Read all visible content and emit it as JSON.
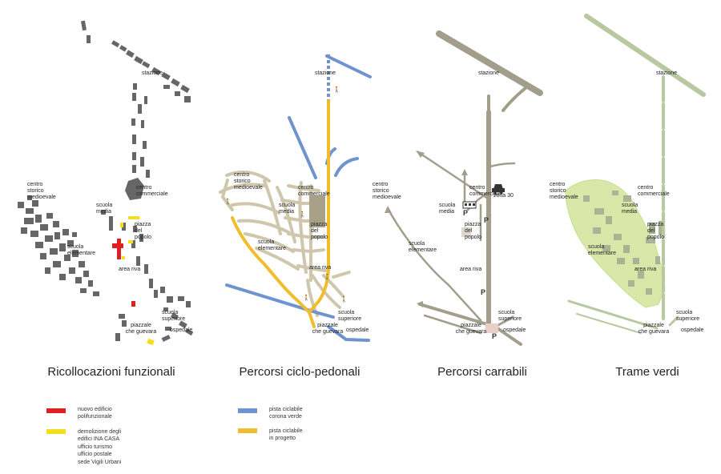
{
  "panels": [
    {
      "title": "Ricollocazioni funzionali",
      "labels": {
        "stazione": "stazione",
        "centro_storico": [
          "centro",
          "storico",
          "medioevale"
        ],
        "centro_commerciale": [
          "centro",
          "commerciale"
        ],
        "scuola_media": [
          "scuola",
          "media"
        ],
        "piazza": [
          "piazza",
          "del",
          "popolo"
        ],
        "scuola_elementare": [
          "scuola",
          "elementare"
        ],
        "area_riva": "area riva",
        "scuola_superiore": [
          "scuola",
          "superiore"
        ],
        "ospedale": "ospedale",
        "piazzale": [
          "piazzale",
          "che guevara"
        ]
      }
    },
    {
      "title": "Percorsi ciclo-pedonali",
      "labels": {
        "stazione": "stazione",
        "centro_storico": [
          "centro",
          "storico",
          "medioevale"
        ],
        "centro_commerciale": [
          "centro",
          "commerciale"
        ],
        "scuola_media": [
          "scuola",
          "media"
        ],
        "piazza": [
          "piazza",
          "del",
          "popolo"
        ],
        "scuola_elementare": [
          "scuola",
          "elementare"
        ],
        "area_riva": "area riva",
        "scuola_superiore": [
          "scuola",
          "superiore"
        ],
        "ospedale": "ospedale",
        "piazzale": [
          "piazzale",
          "che guevara"
        ]
      }
    },
    {
      "title": "Percorsi carrabili",
      "labels": {
        "stazione": "stazione",
        "centro_storico": [
          "centro",
          "storico",
          "medioevale"
        ],
        "centro_commerciale": [
          "centro",
          "commerciale"
        ],
        "zona30": "zona 30",
        "scuola_media": [
          "scuola",
          "media"
        ],
        "piazza": [
          "piazza",
          "del",
          "popolo"
        ],
        "scuola_elementare": [
          "scuola",
          "elementare"
        ],
        "area_riva": "area riva",
        "scuola_superiore": [
          "scuola",
          "superiore"
        ],
        "ospedale": "ospedale",
        "piazzale": [
          "piazzale",
          "che guevara"
        ],
        "parking": "P"
      }
    },
    {
      "title": "Trame verdi",
      "labels": {
        "stazione": "stazione",
        "centro_storico": [
          "centro",
          "storico",
          "medioevale"
        ],
        "centro_commerciale": [
          "centro",
          "commerciale"
        ],
        "scuola_media": [
          "scuola",
          "media"
        ],
        "piazza": [
          "piazza",
          "del",
          "popolo"
        ],
        "scuola_elementare": [
          "scuola",
          "elementare"
        ],
        "area_riva": "area riva",
        "scuola_superiore": [
          "scuola",
          "superiore"
        ],
        "ospedale": "ospedale",
        "piazzale": [
          "piazzale",
          "che guevara"
        ]
      }
    }
  ],
  "legend": [
    {
      "color": "#e02020",
      "lines": [
        "nuovo edificio",
        "polifunzionale"
      ]
    },
    {
      "color": "#f2e020",
      "lines": [
        "demolizione degli",
        "edifici INA CASA",
        "ufficio turismo",
        "ufficio postale",
        "sede Vigili Urbani"
      ]
    },
    {
      "color": "#6f93cf",
      "lines": [
        "pista ciclabile",
        "corona verde"
      ]
    },
    {
      "color": "#f0bd2c",
      "lines": [
        "pista ciclabile",
        "in progetto"
      ]
    }
  ],
  "colors": {
    "building": "#666666",
    "cycle_existing": "#6f93cf",
    "cycle_project": "#f0bd2c",
    "pedestrian": "#cfc7ac",
    "road": "#a39e8c",
    "green": "#d9e8a8",
    "green_dark": "#b8cf78",
    "new_building": "#e02020",
    "demolition": "#f2e020"
  }
}
